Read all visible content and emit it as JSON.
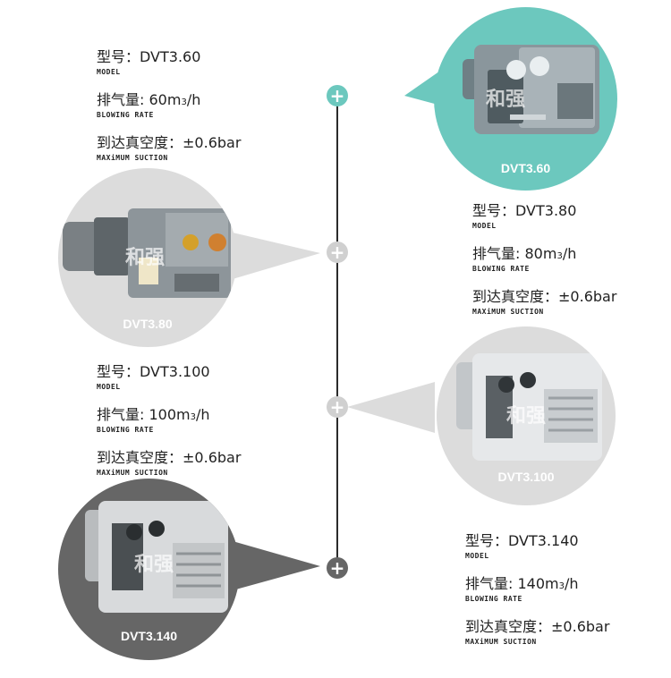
{
  "labels": {
    "model": "型号：",
    "model_en": "MODEL",
    "rate": "排气量:",
    "rate_en": "BLOWING RATE",
    "suction": "到达真空度：",
    "suction_en": "MAXiMUM SUCTION",
    "rate_unit": "m",
    "rate_sup": "3",
    "rate_tail": "/h",
    "suction_value": "±0.6bar"
  },
  "watermark": "和强",
  "node_symbol": "+",
  "products": [
    {
      "model": "DVT3.60",
      "rate": "60",
      "label": "DVT3.60"
    },
    {
      "model": "DVT3.80",
      "rate": "80",
      "label": "DVT3.80"
    },
    {
      "model": "DVT3.100",
      "rate": "100",
      "label": "DVT3.100"
    },
    {
      "model": "DVT3.140",
      "rate": "140",
      "label": "DVT3.140"
    }
  ],
  "colors": {
    "teal": "#6cc8be",
    "light_gray": "#d9d9d9",
    "mid_gray": "#bdbdbd",
    "dark_gray": "#666666",
    "line": "#2b2b2b"
  }
}
